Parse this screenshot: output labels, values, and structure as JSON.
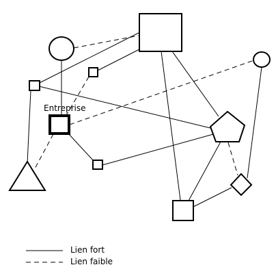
{
  "nodes": {
    "entreprise_label": "Entreprise"
  },
  "legend": {
    "strong_link": "Lien fort",
    "weak_link": "Lien faible"
  },
  "colors": {
    "stroke": "#000000",
    "background": "#ffffff"
  }
}
